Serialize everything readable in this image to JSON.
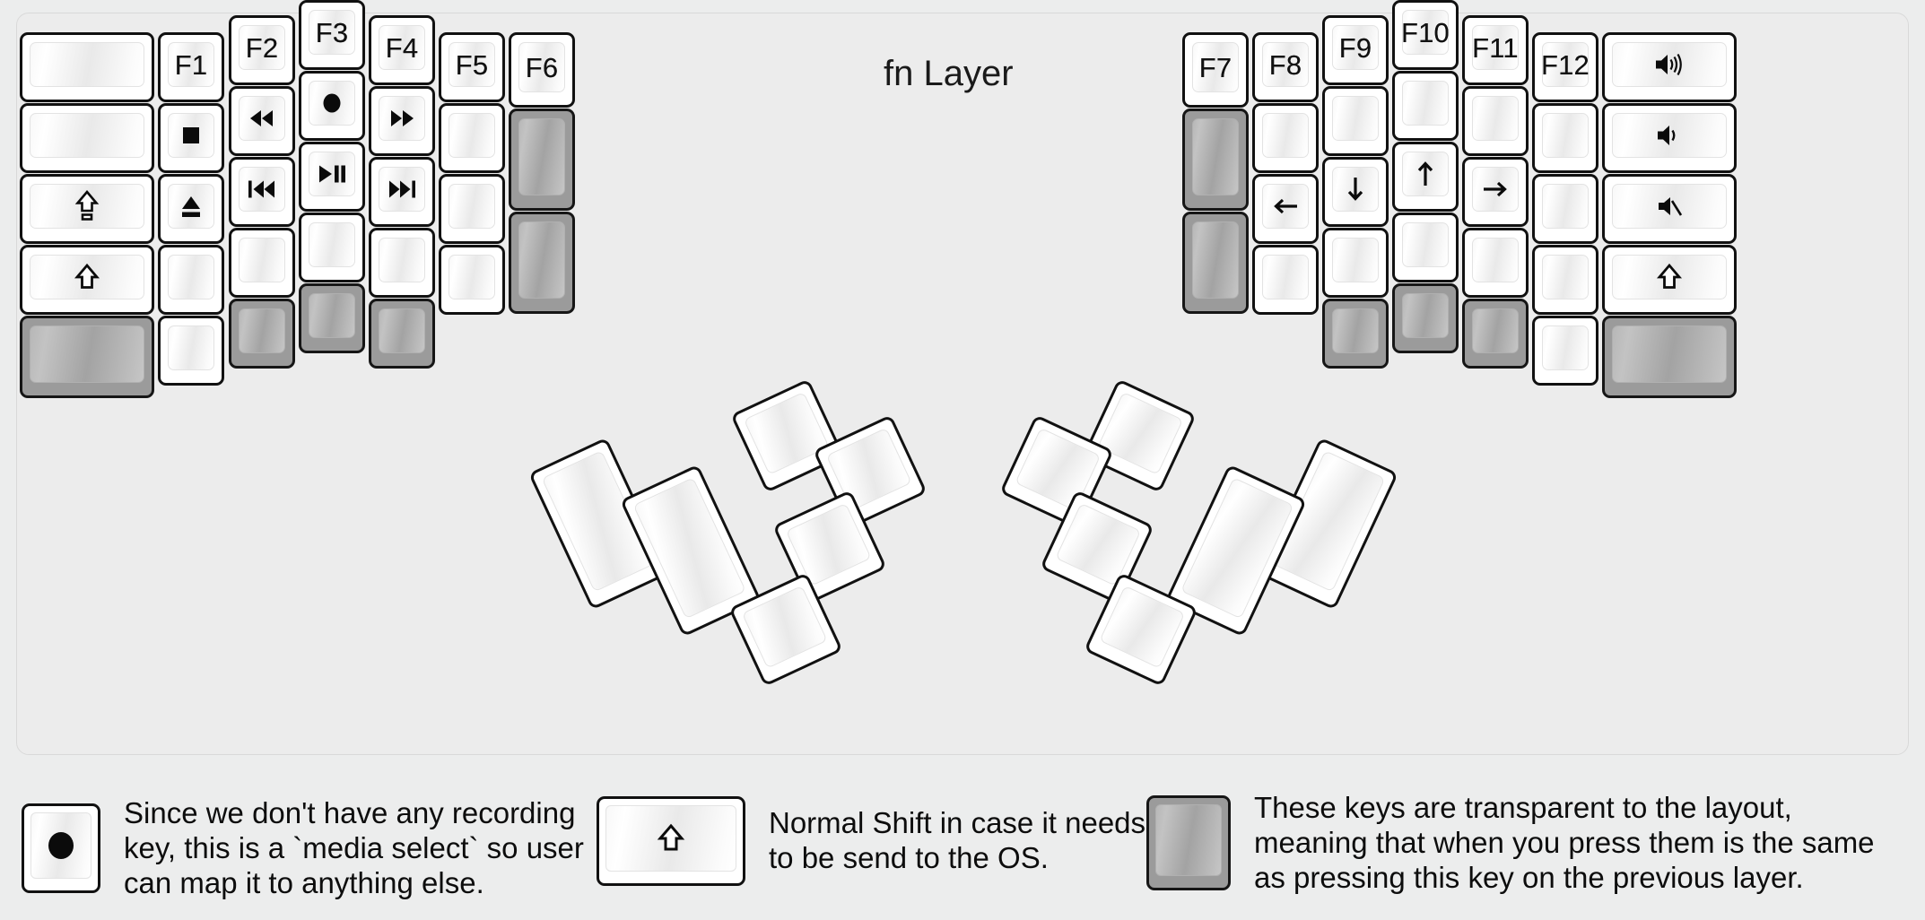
{
  "title": "fn Layer",
  "colors": {
    "background": "#eceded",
    "panel": "#ececec",
    "key_face": "#ffffff",
    "key_transparent": "#9b9b9b",
    "text": "#121212"
  },
  "keyboard": {
    "left_half": {
      "columns": [
        {
          "name": "pinky-outer",
          "keys": [
            {
              "label": "",
              "icon": "",
              "style": "normal"
            },
            {
              "label": "",
              "icon": "",
              "style": "normal"
            },
            {
              "label": "",
              "icon": "caps-lock-icon",
              "style": "normal"
            },
            {
              "label": "",
              "icon": "shift-icon",
              "style": "normal"
            },
            {
              "label": "",
              "icon": "",
              "style": "transparent"
            }
          ]
        },
        {
          "name": "pinky",
          "keys": [
            {
              "label": "F1",
              "icon": "",
              "style": "normal"
            },
            {
              "label": "",
              "icon": "media-stop-icon",
              "style": "normal"
            },
            {
              "label": "",
              "icon": "media-eject-icon",
              "style": "normal"
            },
            {
              "label": "",
              "icon": "",
              "style": "normal"
            },
            {
              "label": "",
              "icon": "",
              "style": "normal"
            }
          ]
        },
        {
          "name": "ring",
          "keys": [
            {
              "label": "F2",
              "icon": "",
              "style": "normal"
            },
            {
              "label": "",
              "icon": "media-rewind-icon",
              "style": "normal"
            },
            {
              "label": "",
              "icon": "media-previous-icon",
              "style": "normal"
            },
            {
              "label": "",
              "icon": "",
              "style": "normal"
            },
            {
              "label": "",
              "icon": "",
              "style": "transparent"
            }
          ]
        },
        {
          "name": "middle",
          "keys": [
            {
              "label": "F3",
              "icon": "",
              "style": "normal"
            },
            {
              "label": "",
              "icon": "media-record-icon",
              "style": "normal"
            },
            {
              "label": "",
              "icon": "media-play-pause-icon",
              "style": "normal"
            },
            {
              "label": "",
              "icon": "",
              "style": "normal"
            },
            {
              "label": "",
              "icon": "",
              "style": "transparent"
            }
          ]
        },
        {
          "name": "index",
          "keys": [
            {
              "label": "F4",
              "icon": "",
              "style": "normal"
            },
            {
              "label": "",
              "icon": "media-fast-forward-icon",
              "style": "normal"
            },
            {
              "label": "",
              "icon": "media-next-icon",
              "style": "normal"
            },
            {
              "label": "",
              "icon": "",
              "style": "normal"
            },
            {
              "label": "",
              "icon": "",
              "style": "transparent"
            }
          ]
        },
        {
          "name": "index-inner",
          "keys": [
            {
              "label": "F5",
              "icon": "",
              "style": "normal"
            },
            {
              "label": "",
              "icon": "",
              "style": "normal"
            },
            {
              "label": "",
              "icon": "",
              "style": "normal"
            },
            {
              "label": "",
              "icon": "",
              "style": "normal"
            }
          ]
        },
        {
          "name": "inner-extra",
          "keys": [
            {
              "label": "F6",
              "icon": "",
              "style": "normal"
            },
            {
              "label": "",
              "icon": "",
              "style": "transparent"
            },
            {
              "label": "",
              "icon": "",
              "style": "transparent"
            }
          ]
        }
      ]
    },
    "right_half": {
      "columns": [
        {
          "name": "inner-extra",
          "keys": [
            {
              "label": "F7",
              "icon": "",
              "style": "normal"
            },
            {
              "label": "",
              "icon": "",
              "style": "transparent"
            },
            {
              "label": "",
              "icon": "",
              "style": "transparent"
            }
          ]
        },
        {
          "name": "index-inner",
          "keys": [
            {
              "label": "F8",
              "icon": "",
              "style": "normal"
            },
            {
              "label": "",
              "icon": "",
              "style": "normal"
            },
            {
              "label": "",
              "icon": "arrow-left-icon",
              "style": "normal"
            },
            {
              "label": "",
              "icon": "",
              "style": "normal"
            }
          ]
        },
        {
          "name": "index",
          "keys": [
            {
              "label": "F9",
              "icon": "",
              "style": "normal"
            },
            {
              "label": "",
              "icon": "",
              "style": "normal"
            },
            {
              "label": "",
              "icon": "arrow-down-icon",
              "style": "normal"
            },
            {
              "label": "",
              "icon": "",
              "style": "normal"
            },
            {
              "label": "",
              "icon": "",
              "style": "transparent"
            }
          ]
        },
        {
          "name": "middle",
          "keys": [
            {
              "label": "F10",
              "icon": "",
              "style": "normal"
            },
            {
              "label": "",
              "icon": "",
              "style": "normal"
            },
            {
              "label": "",
              "icon": "arrow-up-icon",
              "style": "normal"
            },
            {
              "label": "",
              "icon": "",
              "style": "normal"
            },
            {
              "label": "",
              "icon": "",
              "style": "transparent"
            }
          ]
        },
        {
          "name": "ring",
          "keys": [
            {
              "label": "F11",
              "icon": "",
              "style": "normal"
            },
            {
              "label": "",
              "icon": "",
              "style": "normal"
            },
            {
              "label": "",
              "icon": "arrow-right-icon",
              "style": "normal"
            },
            {
              "label": "",
              "icon": "",
              "style": "normal"
            },
            {
              "label": "",
              "icon": "",
              "style": "transparent"
            }
          ]
        },
        {
          "name": "pinky",
          "keys": [
            {
              "label": "F12",
              "icon": "",
              "style": "normal"
            },
            {
              "label": "",
              "icon": "",
              "style": "normal"
            },
            {
              "label": "",
              "icon": "",
              "style": "normal"
            },
            {
              "label": "",
              "icon": "",
              "style": "normal"
            },
            {
              "label": "",
              "icon": "",
              "style": "normal"
            }
          ]
        },
        {
          "name": "pinky-outer",
          "keys": [
            {
              "label": "",
              "icon": "volume-up-icon",
              "style": "normal"
            },
            {
              "label": "",
              "icon": "volume-down-icon",
              "style": "normal"
            },
            {
              "label": "",
              "icon": "volume-mute-icon",
              "style": "normal"
            },
            {
              "label": "",
              "icon": "shift-icon",
              "style": "normal"
            },
            {
              "label": "",
              "icon": "",
              "style": "transparent"
            }
          ]
        }
      ]
    },
    "left_thumb": {
      "keys": 6
    },
    "right_thumb": {
      "keys": 6
    }
  },
  "legend": [
    {
      "key_icon": "media-record-icon",
      "key_style": "normal",
      "text": "Since we don't have any recording\nkey, this is a `media select` so user\ncan map it to anything else."
    },
    {
      "key_icon": "shift-icon",
      "key_style": "normal",
      "text": "Normal Shift in case it needs\nto be send to the OS."
    },
    {
      "key_icon": "",
      "key_style": "transparent",
      "text": "These keys are transparent to the layout,\nmeaning that when you press them is the same\nas pressing this key on the previous layer."
    }
  ]
}
